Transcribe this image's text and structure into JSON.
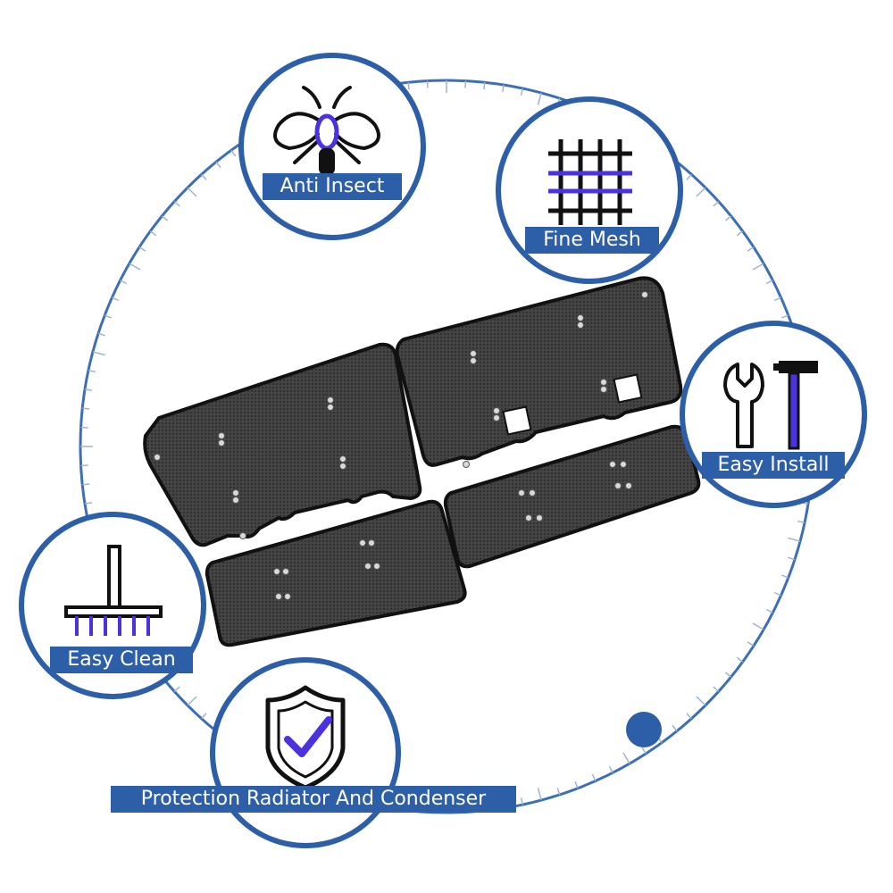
{
  "features": {
    "anti_insect": {
      "label": "Anti Insect",
      "icon": "mosquito-icon"
    },
    "fine_mesh": {
      "label": "Fine Mesh",
      "icon": "mesh-grid-icon"
    },
    "easy_install": {
      "label": "Easy Install",
      "icon": "wrench-hammer-icon"
    },
    "easy_clean": {
      "label": "Easy Clean",
      "icon": "brush-icon"
    },
    "protection": {
      "label": "Protection Radiator And Condenser",
      "icon": "shield-check-icon"
    }
  },
  "colors": {
    "accent": "#2d5ea8",
    "icon_highlight": "#4a32e0",
    "ring": "#3d6fb5",
    "mesh": "#3a3a3a"
  }
}
